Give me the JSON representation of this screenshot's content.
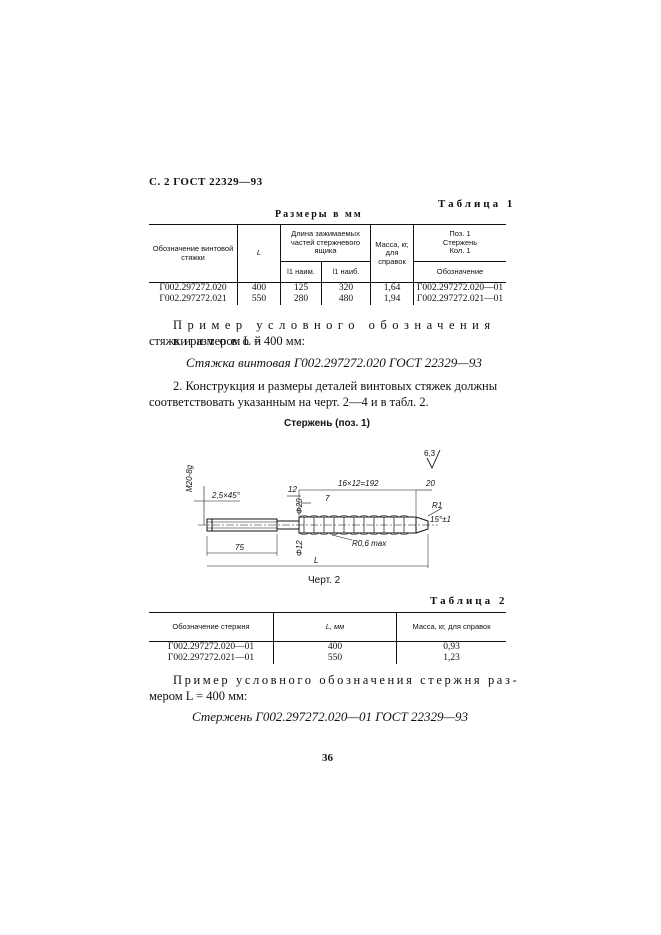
{
  "page_header": "С. 2 ГОСТ 22329—93",
  "table1": {
    "caption": "Таблица 1",
    "subcaption": "Размеры в мм",
    "headers": {
      "designation": "Обозначение винтовой стяжки",
      "L": "L",
      "clamp_group": "Длина зажимаемых частей стержневого ящика",
      "l1_min": "l1 наим.",
      "l1_max": "l1 наиб.",
      "mass": "Масса, кг, для справок",
      "pos": "Поз. 1",
      "rod": "Стержень",
      "qty": "Кол. 1",
      "pos_designation": "Обозначение"
    },
    "rows": [
      {
        "designation": "Г002.297272.020",
        "L": "400",
        "l1_min": "125",
        "l1_max": "320",
        "mass": "1,64",
        "rod": "Г002.297272.020—01"
      },
      {
        "designation": "Г002.297272.021",
        "L": "550",
        "l1_min": "280",
        "l1_max": "480",
        "mass": "1,94",
        "rod": "Г002.297272.021—01"
      }
    ]
  },
  "example1": {
    "lead": "Пример условного обозначения винтовой",
    "line2": "стяжки размером L = 400 мм:",
    "designation": "Стяжка винтовая Г002.297272.020 ГОСТ 22329—93"
  },
  "paragraph2": {
    "line1": "2. Конструкция и размеры деталей винтовых стяжек должны",
    "line2": "соответствовать указанным на черт. 2—4 и в табл. 2."
  },
  "figure": {
    "title": "Стержень (поз. 1)",
    "caption": "Черт. 2",
    "labels": {
      "roughness": "6,3",
      "thread": "М20-8g",
      "chamfer": "2,5×45°",
      "d20": "Φ20",
      "d12": "Φ12",
      "dim12": "12",
      "dim7": "7",
      "pitch": "16×12=192",
      "dim20": "20",
      "r1": "R1",
      "angle": "15°±1°",
      "r06": "R0,6 max",
      "dim75": "75",
      "L": "L"
    }
  },
  "table2": {
    "caption": "Таблица 2",
    "headers": {
      "designation": "Обозначение стержня",
      "L": "L, мм",
      "mass": "Масса, кг, для справок"
    },
    "rows": [
      {
        "designation": "Г002.297272.020—01",
        "L": "400",
        "mass": "0,93"
      },
      {
        "designation": "Г002.297272.021—01",
        "L": "550",
        "mass": "1,23"
      }
    ]
  },
  "example2": {
    "lead": "Пример условного обозначения стержня раз-",
    "line2": "мером L = 400 мм:",
    "designation": "Стержень Г002.297272.020—01 ГОСТ 22329—93"
  },
  "page_number": "36"
}
